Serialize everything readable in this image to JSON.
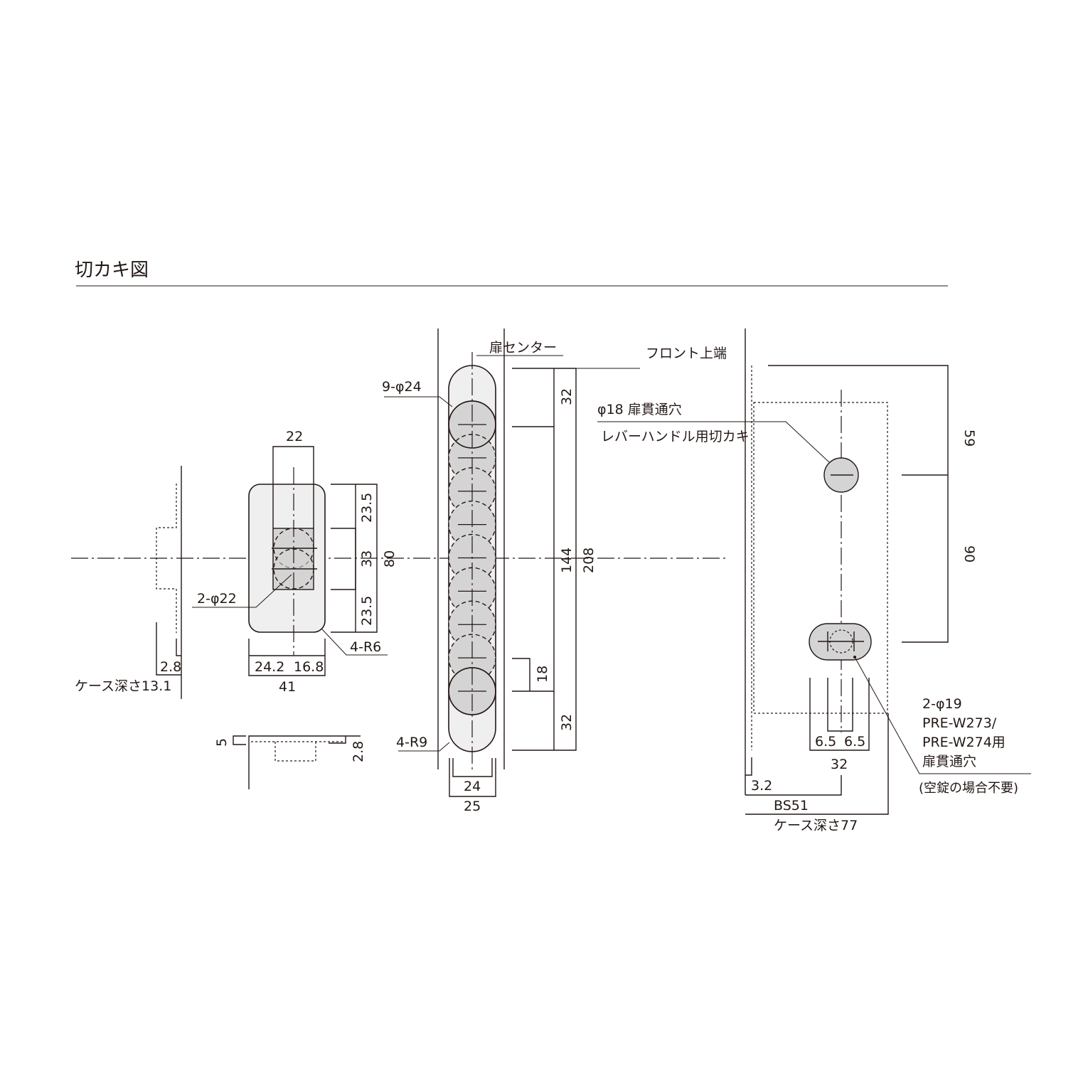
{
  "title": "切カキ図",
  "left_view": {
    "case_depth": "ケース深さ13.1",
    "dim_2_8": "2.8",
    "dim_22": "22",
    "dim_23_5_top": "23.5",
    "dim_33": "33",
    "dim_23_5_bottom": "23.5",
    "dim_80": "80",
    "dim_24_2": "24.2",
    "dim_16_8": "16.8",
    "dim_41": "41",
    "holes": "2-φ22",
    "radius": "4-R6",
    "section_dim_5": "5",
    "section_dim_2_8": "2.8"
  },
  "middle_view": {
    "door_center": "扉センター",
    "holes": "9-φ24",
    "radius": "4-R9",
    "dim_32_top": "32",
    "dim_144": "144",
    "dim_208": "208",
    "dim_18": "18",
    "dim_32_bottom": "32",
    "dim_24": "24",
    "dim_25": "25"
  },
  "right_view": {
    "front_top": "フロント上端",
    "hole18": "φ18 扉貫通穴",
    "lever_cutout": "レバーハンドル用切カキ",
    "dim_59": "59",
    "dim_90": "90",
    "note_line1": "2-φ19",
    "note_line2": "PRE-W273/",
    "note_line3": "PRE-W274用",
    "note_line4": "扉貫通穴",
    "note_line5": "(空錠の場合不要)",
    "dim_6_5_left": "6.5",
    "dim_6_5_right": "6.5",
    "dim_32": "32",
    "dim_3_2": "3.2",
    "backset": "BS51",
    "case_depth": "ケース深さ77"
  }
}
